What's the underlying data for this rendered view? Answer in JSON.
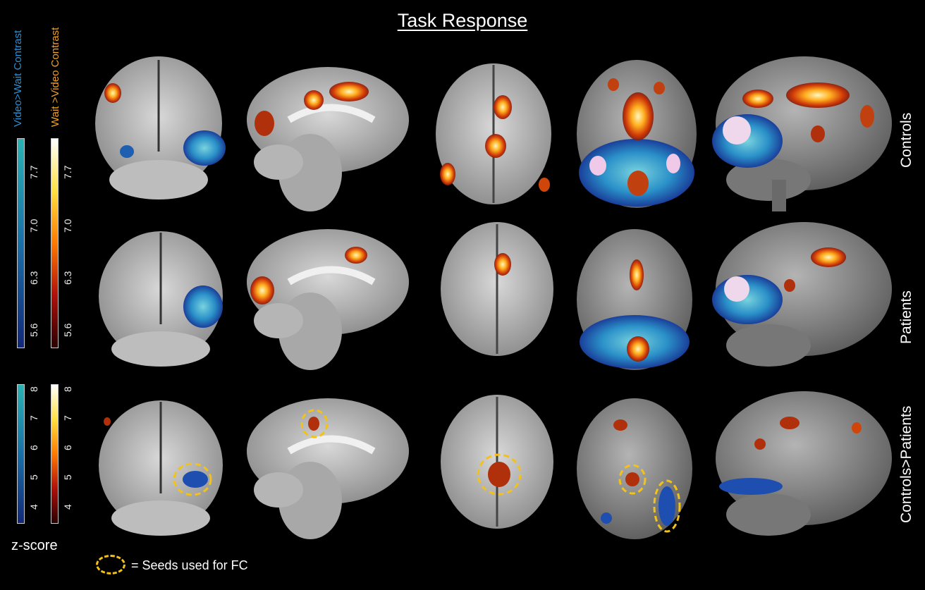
{
  "title": "Task Response",
  "colorbar_labels": {
    "video_wait": "Video>Wait  Contrast",
    "wait_video": "Wait >Video Contrast"
  },
  "colorbar_ticks": {
    "top": [
      "5.6",
      "6.3",
      "7.0",
      "7.7"
    ],
    "bottom": [
      "4",
      "5",
      "6",
      "7",
      "8"
    ]
  },
  "z_label": "z-score",
  "rows": [
    {
      "label": "Controls"
    },
    {
      "label": "Patients"
    },
    {
      "label": "Controls>Patients"
    }
  ],
  "legend": {
    "text": "= Seeds used for FC"
  },
  "colors": {
    "hot": "#ff6a00",
    "cool": "#1e7fc0",
    "seed_outline": "#f2c21b",
    "label_blue": "#2c8fd1",
    "label_orange": "#f0a020"
  }
}
